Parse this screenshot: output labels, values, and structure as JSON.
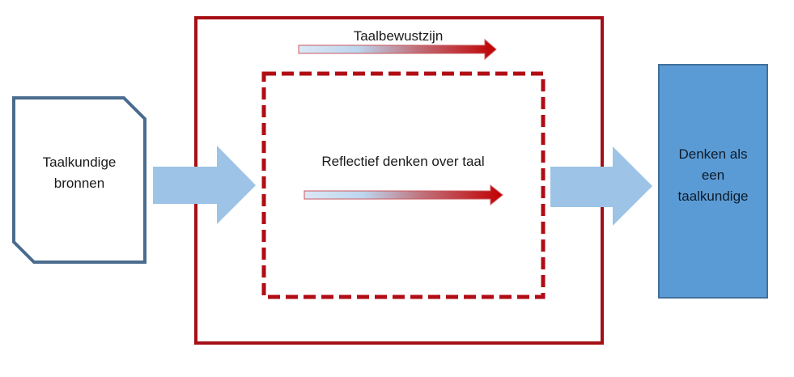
{
  "title": "Denken als een taalkundige - diagram",
  "colors": {
    "frame_red": "#a50f15",
    "arrow_red": "#c00000",
    "arrow_light": "#bdd7ee",
    "flow_arrow": "#9dc3e6",
    "doc_border": "#4a6c8e",
    "output_fill": "#5b9bd5",
    "output_border": "#41719c"
  },
  "source": {
    "label_line1": "Taalkundige",
    "label_line2": "bronnen"
  },
  "outer_frame": {
    "arrow_label": "Taalbewustzijn"
  },
  "inner_frame": {
    "label": "Reflectief denken over taal"
  },
  "output": {
    "label_line1": "Denken als",
    "label_line2": "een",
    "label_line3": "taalkundige"
  }
}
